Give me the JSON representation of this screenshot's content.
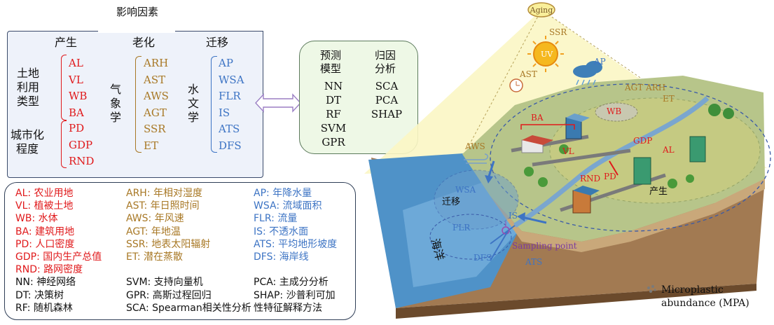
{
  "factors": {
    "title": "影响因素",
    "col_production": "产生",
    "col_aging": "老化",
    "col_migration": "迁移",
    "land_use_label": [
      "土地",
      "利用",
      "类型"
    ],
    "urbanization_label": [
      "城市化",
      "程度"
    ],
    "meteorology_label": [
      "气",
      "象",
      "学"
    ],
    "hydrology_label": [
      "水",
      "文",
      "学"
    ],
    "land_use_items": [
      "AL",
      "VL",
      "WB",
      "BA"
    ],
    "urban_items": [
      "PD",
      "GDP",
      "RND"
    ],
    "aging_items": [
      "ARH",
      "AST",
      "AWS",
      "AGT",
      "SSR",
      "ET"
    ],
    "migration_items": [
      "AP",
      "WSA",
      "FLR",
      "IS",
      "ATS",
      "DFS"
    ]
  },
  "models": {
    "predict_title": [
      "预测",
      "模型"
    ],
    "attrib_title": [
      "归因",
      "分析"
    ],
    "predict_items": [
      "NN",
      "DT",
      "RF",
      "SVM",
      "GPR"
    ],
    "attrib_items": [
      "SCA",
      "PCA",
      "SHAP"
    ]
  },
  "glossary": {
    "col1": [
      {
        "text": "AL: 农业用地",
        "color": "#e0191b"
      },
      {
        "text": "VL: 植被土地",
        "color": "#e0191b"
      },
      {
        "text": "WB: 水体",
        "color": "#e0191b"
      },
      {
        "text": "BA: 建筑用地",
        "color": "#e0191b"
      },
      {
        "text": "PD: 人口密度",
        "color": "#e0191b"
      },
      {
        "text": "GDP: 国内生产总值",
        "color": "#e0191b"
      },
      {
        "text": "RND: 路网密度",
        "color": "#e0191b"
      },
      {
        "text": "NN: 神经网络",
        "color": "#111111"
      },
      {
        "text": "DT: 决策树",
        "color": "#111111"
      },
      {
        "text": "RF: 随机森林",
        "color": "#111111"
      }
    ],
    "col2": [
      {
        "text": "ARH: 年相对湿度",
        "color": "#a87825"
      },
      {
        "text": "AST: 年日照时间",
        "color": "#a87825"
      },
      {
        "text": "AWS: 年风速",
        "color": "#a87825"
      },
      {
        "text": "AGT: 年地温",
        "color": "#a87825"
      },
      {
        "text": "SSR: 地表太阳辐射",
        "color": "#a87825"
      },
      {
        "text": "ET: 潜在蒸散",
        "color": "#a87825"
      },
      {
        "text": "",
        "color": "#111111"
      },
      {
        "text": "SVM: 支持向量机",
        "color": "#111111"
      },
      {
        "text": "GPR: 高斯过程回归",
        "color": "#111111"
      },
      {
        "text": "SCA: Spearman相关性分析",
        "color": "#111111"
      }
    ],
    "col3": [
      {
        "text": "AP: 年降水量",
        "color": "#3d74c4"
      },
      {
        "text": "WSA: 流域面积",
        "color": "#3d74c4"
      },
      {
        "text": "FLR: 流量",
        "color": "#3d74c4"
      },
      {
        "text": "IS: 不透水面",
        "color": "#3d74c4"
      },
      {
        "text": "ATS: 平均地形坡度",
        "color": "#3d74c4"
      },
      {
        "text": "DFS: 海岸线",
        "color": "#3d74c4"
      },
      {
        "text": "",
        "color": "#111111"
      },
      {
        "text": "PCA: 主成分分析",
        "color": "#111111"
      },
      {
        "text": "SHAP: 沙普利可加",
        "color": "#111111"
      },
      {
        "text": "性特征解释方法",
        "color": "#111111"
      }
    ]
  },
  "illustration": {
    "aging": "Aging",
    "ssr": "SSR",
    "uv": "UV",
    "ap": "AP",
    "ast": "AST",
    "agt_arh": "AGT ARH",
    "et": "ET",
    "wb": "WB",
    "ba": "BA",
    "vl": "VL",
    "gdp": "GDP",
    "al": "AL",
    "aws": "AWS",
    "rnd": "RND",
    "pd": "PD",
    "production": "产生",
    "wsa": "WSA",
    "migration": "迁移",
    "is": "IS",
    "flr": "FLR",
    "ocean": "海洋",
    "dfs": "DFS",
    "ats": "ATS",
    "sampling": "Sampling point",
    "legend_line1": "Microplastic",
    "legend_line2": "abundance (MPA)"
  },
  "colors": {
    "production": "#e0191b",
    "aging": "#a87825",
    "migration": "#3d74c4",
    "box_fill": "#eef2fa",
    "model_box_fill": "#eef8e6"
  }
}
